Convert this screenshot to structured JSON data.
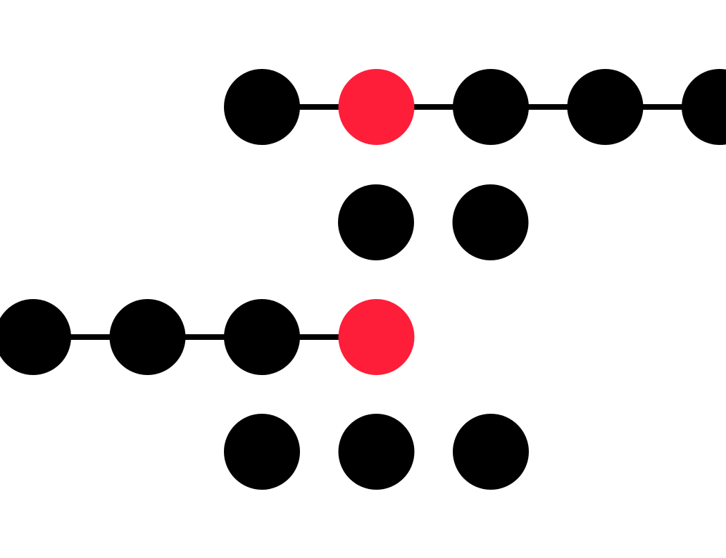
{
  "diagram": {
    "colors": {
      "background": "#ffffff",
      "node_default": "#000000",
      "node_highlight": "#ff1e3a",
      "edge": "#000000"
    },
    "rows": [
      {
        "id": "row-1",
        "nodes": [
          {
            "color": "node_default"
          },
          {
            "color": "node_highlight"
          },
          {
            "color": "node_default"
          },
          {
            "color": "node_default"
          },
          {
            "color": "node_default"
          }
        ],
        "connected": true
      },
      {
        "id": "row-2",
        "nodes": [
          {
            "color": "node_default"
          },
          {
            "color": "node_default"
          }
        ],
        "connected": false
      },
      {
        "id": "row-3",
        "nodes": [
          {
            "color": "node_default"
          },
          {
            "color": "node_default"
          },
          {
            "color": "node_default"
          },
          {
            "color": "node_highlight"
          }
        ],
        "connected": true
      },
      {
        "id": "row-4",
        "nodes": [
          {
            "color": "node_default"
          },
          {
            "color": "node_default"
          },
          {
            "color": "node_default"
          }
        ],
        "connected": false
      }
    ]
  }
}
